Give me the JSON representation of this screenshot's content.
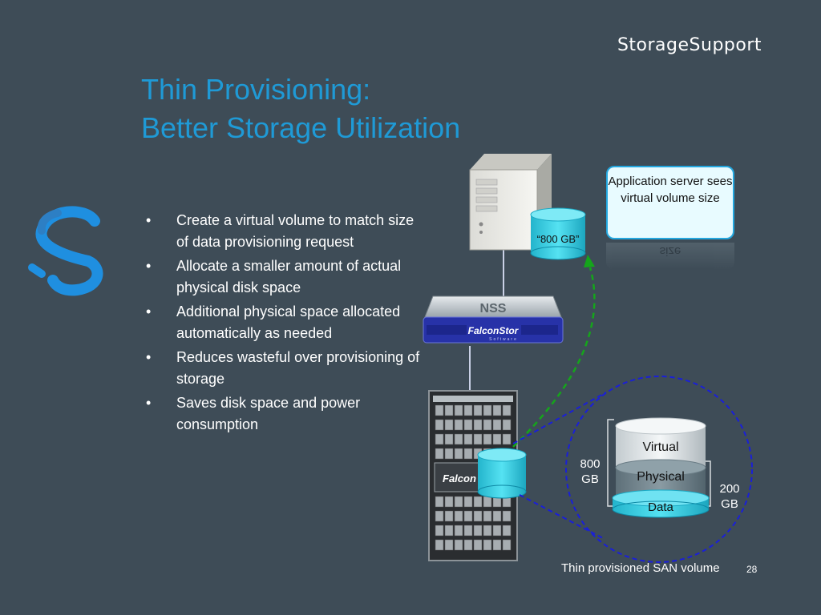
{
  "brand": "StorageSupport",
  "title": {
    "line1": "Thin Provisioning:",
    "line2": "Better Storage Utilization"
  },
  "bullets": [
    "Create a virtual volume to match size of data provisioning request",
    "Allocate a smaller amount of actual physical disk space",
    "Additional physical space allocated automatically as needed",
    "Reduces wasteful over provisioning of storage",
    "Saves disk space and power consumption"
  ],
  "callout": {
    "text": "Application server sees virtual volume size",
    "reflection": "size"
  },
  "diagram": {
    "server_volume_label": "“800 GB”",
    "appliance_brand": "NSS",
    "appliance_logo": "FalconStor",
    "appliance_sub": "Software",
    "storage_logo": "Falcon",
    "virtual_label": "Virtual",
    "physical_label": "Physical",
    "data_label": "Data",
    "virtual_size": "800 GB",
    "physical_size": "200 GB",
    "caption": "Thin provisioned SAN volume"
  },
  "page_number": "28",
  "colors": {
    "background": "#3e4c57",
    "title": "#1f9ad6",
    "accent_cyan": "#23c6e0",
    "dashed_blue": "#1a1fd8",
    "dashed_green": "#15a51b"
  }
}
